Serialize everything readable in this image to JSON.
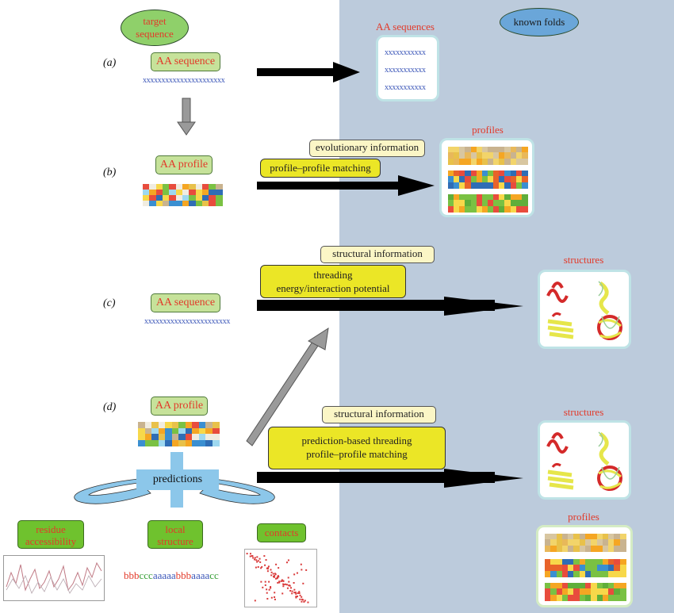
{
  "ovals": {
    "target": "target\nsequence",
    "known": "known folds"
  },
  "colors": {
    "target_oval": "#8fd06a",
    "known_oval": "#6aa6d9",
    "panel": "#bccbdc",
    "arrow": "#000000",
    "red_text": "#e23a2a",
    "seq_text": "#3a55b8"
  },
  "rows": {
    "a": {
      "label": "(a)",
      "box": "AA sequence",
      "seq": "xxxxxxxxxxxxxxxxxxxxxx"
    },
    "b": {
      "label": "(b)",
      "box": "AA profile"
    },
    "c": {
      "label": "(c)",
      "box": "AA sequence",
      "seq": "xxxxxxxxxxxxxxxxxxxxxxx"
    },
    "d": {
      "label": "(d)",
      "box": "AA profile"
    }
  },
  "cards": {
    "sequences": {
      "title": "AA sequences",
      "lines": [
        "xxxxxxxxxxx",
        "xxxxxxxxxxx",
        "xxxxxxxxxxx"
      ]
    },
    "profiles_b": {
      "title": "profiles"
    },
    "structures_c": {
      "title": "structures"
    },
    "structures_d": {
      "title": "structures"
    },
    "profiles_d": {
      "title": "profiles"
    }
  },
  "boxes": {
    "evolutionary": "evolutionary information",
    "profile_matching": "profile–profile matching",
    "structural_c": "structural information",
    "threading_1": "threading",
    "threading_2": "energy/interaction potential",
    "structural_d": "structural information",
    "pred_1": "prediction-based threading",
    "pred_2": "profile–profile matching",
    "predictions": "predictions"
  },
  "predictions": {
    "residue": "residue\naccessibility",
    "local": "local\nstructure",
    "contacts": "contacts",
    "ss_segments": [
      {
        "t": "bbb",
        "c": "#e23a2a"
      },
      {
        "t": "ccc",
        "c": "#3aa03a"
      },
      {
        "t": "aaaaa",
        "c": "#3a55b8"
      },
      {
        "t": "bbb",
        "c": "#e23a2a"
      },
      {
        "t": "aaaa",
        "c": "#3a55b8"
      },
      {
        "t": "cc",
        "c": "#3aa03a"
      }
    ]
  }
}
